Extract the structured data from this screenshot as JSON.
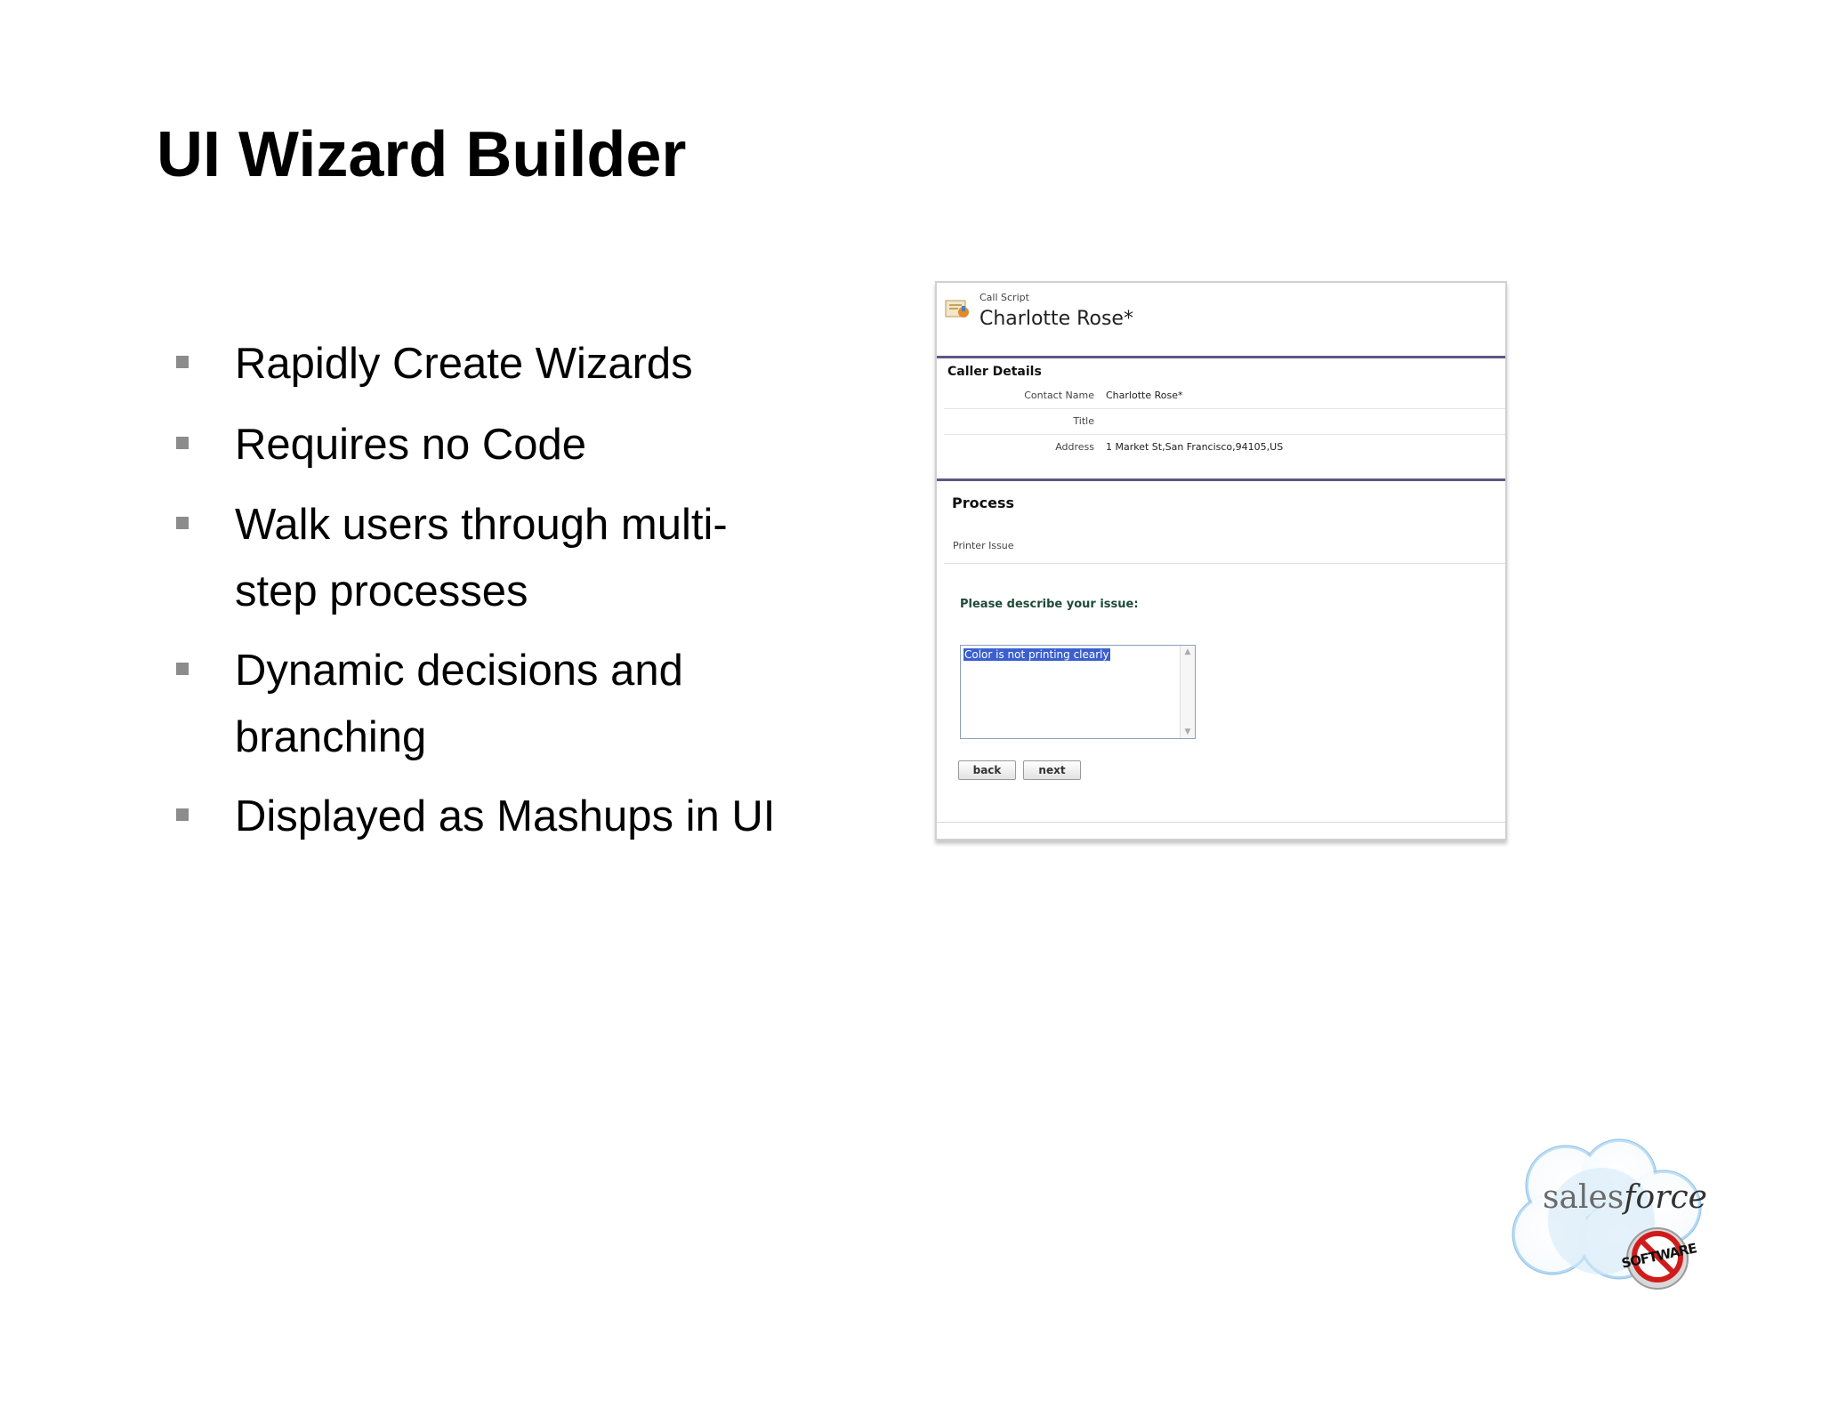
{
  "slide": {
    "title": "UI Wizard Builder",
    "bullets": [
      {
        "lines": [
          "Rapidly Create Wizards"
        ]
      },
      {
        "lines": [
          "Requires no Code"
        ]
      },
      {
        "lines": [
          "Walk users through multi-",
          "step processes"
        ]
      },
      {
        "lines": [
          "Dynamic decisions and",
          "branching"
        ]
      },
      {
        "lines": [
          "Displayed as Mashups in UI"
        ]
      }
    ]
  },
  "call_script": {
    "header_small": "Call Script",
    "header_name": "Charlotte Rose*",
    "caller_details": {
      "title": "Caller Details",
      "fields": [
        {
          "label": "Contact Name",
          "value": "Charlotte Rose*"
        },
        {
          "label": "Title",
          "value": ""
        },
        {
          "label": "Address",
          "value": "1 Market St,San Francisco,94105,US"
        }
      ]
    },
    "process": {
      "title": "Process",
      "subtitle": "Printer Issue",
      "prompt": "Please describe your issue:",
      "textarea_value": "Color is not printing clearly",
      "back_label": "back",
      "next_label": "next"
    },
    "colors": {
      "section_rule": "#5e5883",
      "selection": "#3a5fcf"
    }
  },
  "logo": {
    "text_plain": "sales",
    "text_italic": "force",
    "badge_text": "SOFTWARE"
  }
}
